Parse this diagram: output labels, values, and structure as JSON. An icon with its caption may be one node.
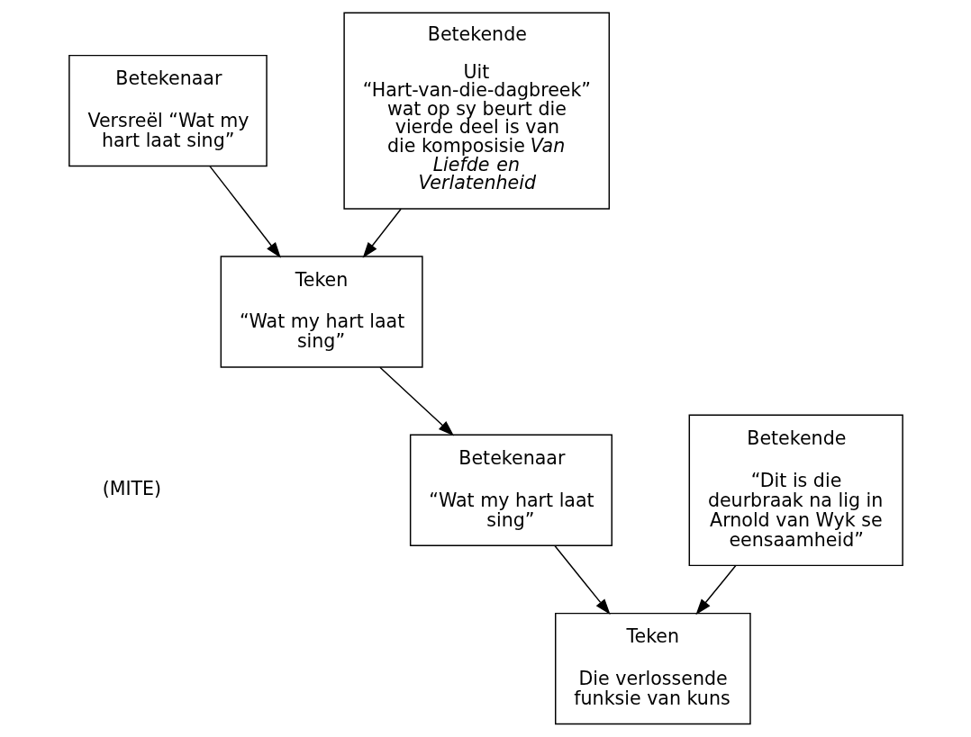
{
  "diagram": {
    "nodes": [
      {
        "text": [
          "Betekenaar",
          "Versreël “Wat my hart laat sing”"
        ]
      },
      {
        "text": [
          "Teken",
          "“Wat my hart laat sing”"
        ]
      },
      {
        "text": [
          "Betekende",
          "Uit “Hart-van-die-dagbreek” wat op sy beurt die vierde deel is van die komposisie *Van Liefde en Verlatenheid*"
        ]
      },
      {
        "text": [
          "Betekenaar",
          "“Wat my hart laat sing”"
        ]
      },
      {
        "text": [
          "Betekende",
          "“Dit is die deurbraak na lig in Arnold van Wyk se eensaamheid”"
        ]
      },
      {
        "text": [
          "Teken",
          "Die verlossende funksie van kuns"
        ]
      }
    ],
    "edges": [
      {
        "from": 0,
        "to": 1,
        "arrow": "to"
      },
      {
        "from": 2,
        "to": 1,
        "arrow": "to"
      },
      {
        "from": 1,
        "to": 3,
        "arrow": "to"
      },
      {
        "from": 3,
        "to": 5,
        "arrow": "to"
      },
      {
        "from": 4,
        "to": 5,
        "arrow": "to"
      }
    ],
    "labels": [
      "(MITE)"
    ]
  }
}
